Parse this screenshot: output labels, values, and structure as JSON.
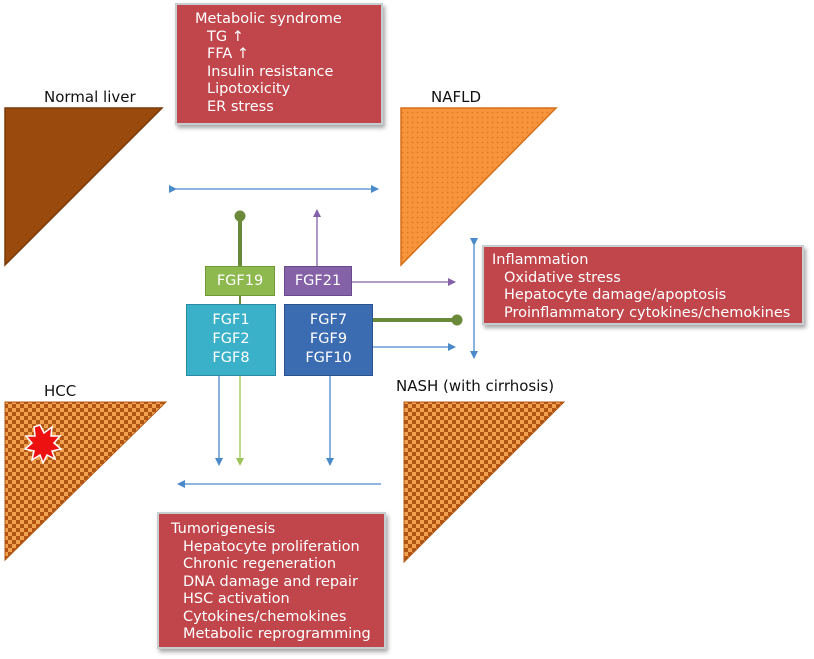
{
  "stages": {
    "normal": "Normal liver",
    "nafld": "NAFLD",
    "hcc": "HCC",
    "nash": "NASH (with cirrhosis)"
  },
  "metabolic": {
    "title": "Metabolic syndrome",
    "items": [
      "TG ↑",
      "FFA ↑",
      "Insulin resistance",
      "Lipotoxicity",
      "ER stress"
    ]
  },
  "inflammation": {
    "title": "Inflammation",
    "items": [
      "Oxidative stress",
      "Hepatocyte damage/apoptosis",
      "Proinflammatory cytokines/chemokines"
    ]
  },
  "tumorigenesis": {
    "title": "Tumorigenesis",
    "items": [
      "Hepatocyte proliferation",
      "Chronic regeneration",
      "DNA damage and repair",
      "HSC activation",
      "Cytokines/chemokines",
      "Metabolic reprogramming"
    ]
  },
  "fgf": {
    "fgf19": "FGF19",
    "fgf21": "FGF21",
    "group1": [
      "FGF1",
      "FGF2",
      "FGF8"
    ],
    "group2": [
      "FGF7",
      "FGF9",
      "FGF10"
    ]
  },
  "colors": {
    "box_red": "#c0464b",
    "normal_brown": "#9b4a0e",
    "nafld_orange": "#f7943c",
    "fgf19_green": "#8db94e",
    "fgf21_purple": "#8562a8",
    "fgf_teal": "#3ab0c9",
    "fgf_blue": "#3b6cb2",
    "stem_green": "#6a8a3a",
    "arrow_blue": "#4a8ac9"
  }
}
